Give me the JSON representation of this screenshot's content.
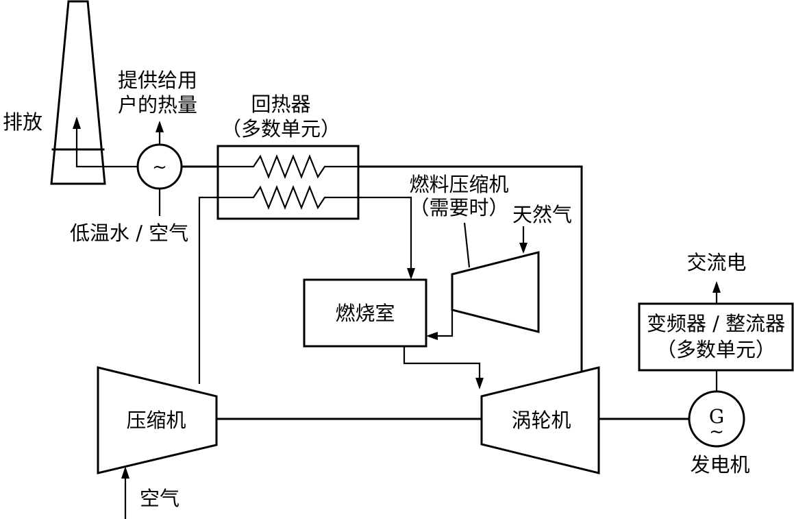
{
  "labels": {
    "exhaust": "排放",
    "heat_to_user_line1": "提供给用",
    "heat_to_user_line2": "户的热量",
    "recuperator_line1": "回热器",
    "recuperator_line2": "（多数单元）",
    "low_temp_water_air": "低温水 / 空气",
    "fuel_compressor_line1": "燃料压缩机",
    "fuel_compressor_line2": "（需要时）",
    "natural_gas": "天然气",
    "combustor": "燃烧室",
    "ac_power": "交流电",
    "inverter_line1": "变频器 / 整流器",
    "inverter_line2": "（多数单元）",
    "compressor": "压缩机",
    "turbine": "涡轮机",
    "generator_symbol": "G",
    "generator_tilde": "~",
    "heat_exchanger_symbol": "~",
    "generator": "发电机",
    "air": "空气"
  }
}
